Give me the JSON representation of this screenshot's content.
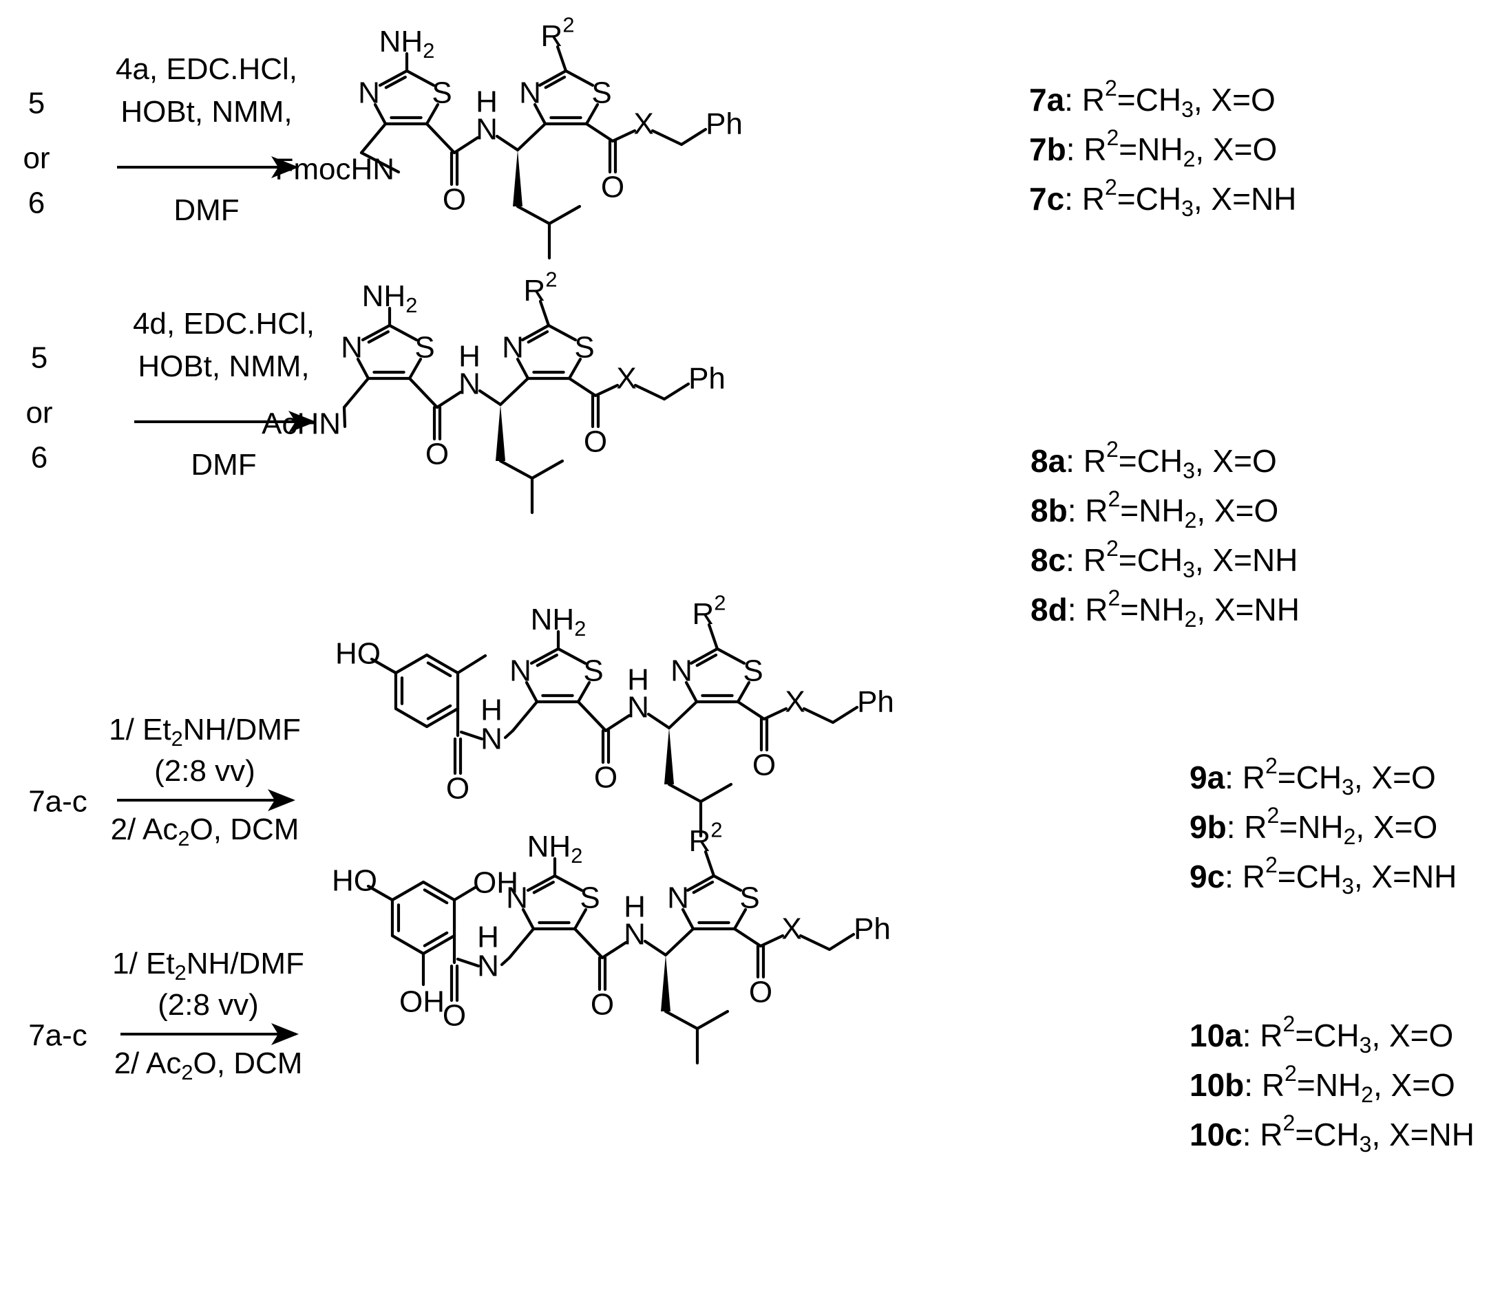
{
  "rows": [
    {
      "start": [
        "5",
        "or",
        "6"
      ],
      "cond_above": [
        "4a, EDC.HCl,",
        "HOBt, NMM,"
      ],
      "cond_below": [
        "DMF"
      ],
      "cap": "FmocHN",
      "compounds": [
        {
          "id": "7a",
          "desc": ": R²=CH₃, X=O"
        },
        {
          "id": "7b",
          "desc": ": R²=NH₂, X=O"
        },
        {
          "id": "7c",
          "desc": ": R²=CH₃, X=NH"
        }
      ]
    },
    {
      "start": [
        "5",
        "or",
        "6"
      ],
      "cond_above": [
        "4d, EDC.HCl,",
        "HOBt, NMM,"
      ],
      "cond_below": [
        "DMF"
      ],
      "cap": "AcHN",
      "compounds": [
        {
          "id": "8a",
          "desc": ": R²=CH₃, X=O"
        },
        {
          "id": "8b",
          "desc": ": R²=NH₂, X=O"
        },
        {
          "id": "8c",
          "desc": ": R²=CH₃, X=NH"
        },
        {
          "id": "8d",
          "desc": ": R²=NH₂, X=NH"
        }
      ]
    },
    {
      "start": [
        "7a-c"
      ],
      "cond_above": [
        "1/ Et₂NH/DMF",
        "(2:8 vv)"
      ],
      "cond_below": [
        "2/ Ac₂O, DCM"
      ],
      "cap": "aryl-4-hydroxy-2-methyl",
      "compounds": [
        {
          "id": "9a",
          "desc": ": R²=CH₃, X=O"
        },
        {
          "id": "9b",
          "desc": ": R²=NH₂, X=O"
        },
        {
          "id": "9c",
          "desc": ": R²=CH₃, X=NH"
        }
      ]
    },
    {
      "start": [
        "7a-c"
      ],
      "cond_above": [
        "1/ Et₂NH/DMF",
        "(2:8 vv)"
      ],
      "cond_below": [
        "2/ Ac₂O, DCM"
      ],
      "cap": "aryl-2,4,6-trihydroxy",
      "compounds": [
        {
          "id": "10a",
          "desc": ": R²=CH₃, X=O"
        },
        {
          "id": "10b",
          "desc": ": R²=NH₂, X=O"
        },
        {
          "id": "10c",
          "desc": ": R²=CH₃, X=NH"
        }
      ]
    }
  ],
  "atoms": {
    "nh2": "NH₂",
    "r2": "R²",
    "n": "N",
    "s": "S",
    "h": "H",
    "nh_n": "N",
    "o": "O",
    "x": "X",
    "ph": "Ph",
    "ho": "HO",
    "oh": "OH"
  },
  "colors": {
    "ink": "#000000",
    "background": "#ffffff"
  }
}
